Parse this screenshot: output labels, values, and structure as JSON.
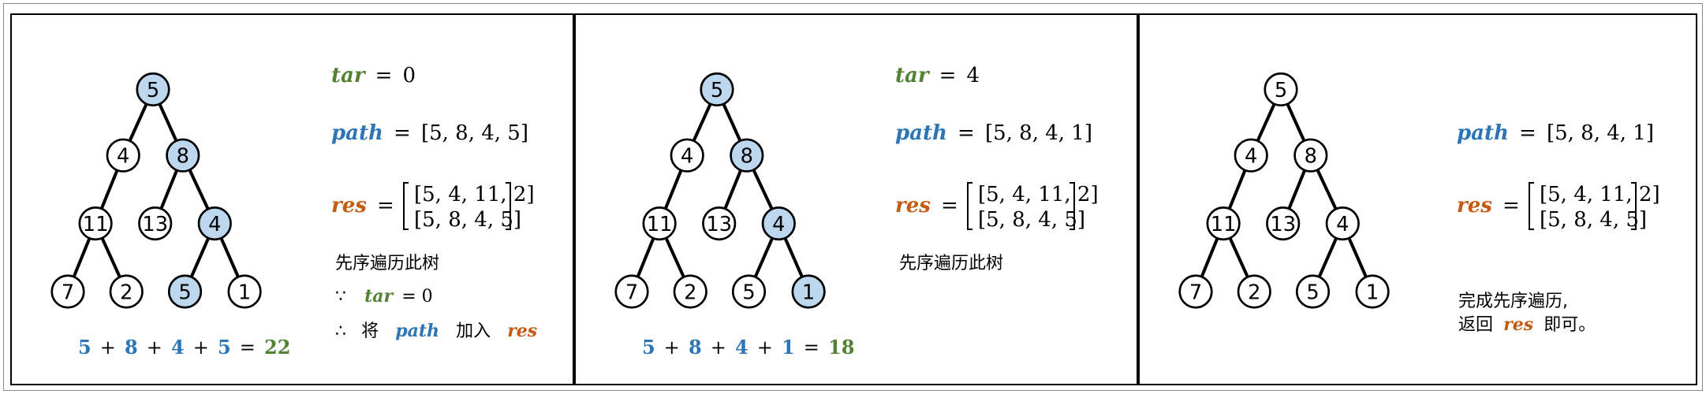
{
  "colors": {
    "highlight_fill": "#bdd7ee",
    "node_fill": "#ffffff",
    "tar_color": "#548235",
    "path_color": "#2e75b6",
    "res_color": "#c55a11",
    "sum_color": "#2e75b6",
    "total_color": "#548235"
  },
  "tree": {
    "nodes": [
      {
        "id": "n5",
        "value": "5"
      },
      {
        "id": "n4a",
        "value": "4"
      },
      {
        "id": "n8",
        "value": "8"
      },
      {
        "id": "n11",
        "value": "11"
      },
      {
        "id": "n13",
        "value": "13"
      },
      {
        "id": "n4b",
        "value": "4"
      },
      {
        "id": "n7",
        "value": "7"
      },
      {
        "id": "n2",
        "value": "2"
      },
      {
        "id": "n5b",
        "value": "5"
      },
      {
        "id": "n1",
        "value": "1"
      }
    ],
    "edges": [
      [
        "n5",
        "n4a"
      ],
      [
        "n5",
        "n8"
      ],
      [
        "n4a",
        "n11"
      ],
      [
        "n8",
        "n13"
      ],
      [
        "n8",
        "n4b"
      ],
      [
        "n11",
        "n7"
      ],
      [
        "n11",
        "n2"
      ],
      [
        "n4b",
        "n5b"
      ],
      [
        "n4b",
        "n1"
      ]
    ]
  },
  "labels": {
    "tar": "tar",
    "path": "path",
    "res": "res",
    "equals": "="
  },
  "panels": [
    {
      "highlighted": [
        "n5",
        "n8",
        "n4b",
        "n5b"
      ],
      "tar_value": "0",
      "path_value": "[5, 8, 4, 5]",
      "res_row1": "[5, 4, 11, 2]",
      "res_row2": "[5, 8, 4, 5]",
      "note_line1": "先序遍历此树",
      "because_symbol": "∵",
      "because_value": "= 0",
      "therefore_symbol": "∴",
      "therefore_pre": "将",
      "therefore_mid": "加入",
      "sum_terms": [
        "5",
        "8",
        "4",
        "5"
      ],
      "sum_total": "22"
    },
    {
      "highlighted": [
        "n5",
        "n8",
        "n4b",
        "n1"
      ],
      "tar_value": "4",
      "path_value": "[5, 8, 4, 1]",
      "res_row1": "[5, 4, 11, 2]",
      "res_row2": "[5, 8, 4, 5]",
      "note_line1": "先序遍历此树",
      "sum_terms": [
        "5",
        "8",
        "4",
        "1"
      ],
      "sum_total": "18"
    },
    {
      "highlighted": [],
      "path_value": "[5, 8, 4, 1]",
      "res_row1": "[5, 4, 11, 2]",
      "res_row2": "[5, 8, 4, 5]",
      "final_line1": "完成先序遍历,",
      "final_line2_pre": "返回",
      "final_line2_post": "即可。"
    }
  ]
}
